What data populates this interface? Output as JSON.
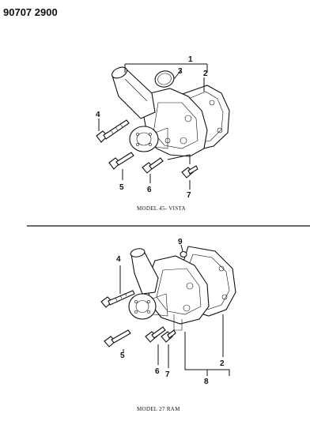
{
  "header": {
    "code": "90707 2900"
  },
  "views": [
    {
      "caption": "MODEL 45- VISTA",
      "callouts": [
        "1",
        "2",
        "3",
        "4",
        "5",
        "6",
        "7"
      ]
    },
    {
      "caption": "MODEL 27 RAM",
      "callouts": [
        "9",
        "4",
        "5",
        "6",
        "7",
        "2",
        "8"
      ]
    }
  ],
  "colors": {
    "ink": "#111111",
    "paper": "#ffffff"
  }
}
